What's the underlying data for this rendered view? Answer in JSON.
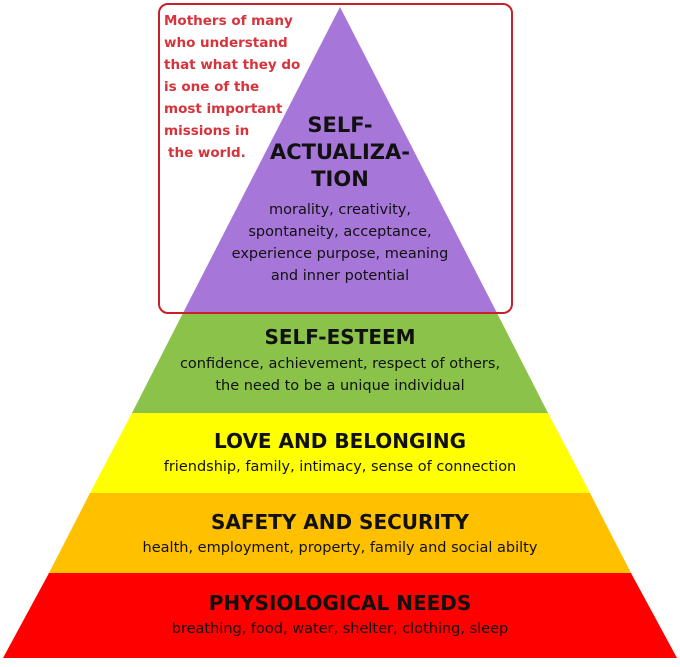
{
  "diagram": {
    "levels": [
      {
        "title_lines": [
          "SELF-",
          "ACTUALIZA-",
          "TION"
        ],
        "desc_lines": [
          "morality, creativity,",
          "spontaneity, acceptance,",
          "experience purpose, meaning",
          "and inner potential"
        ],
        "color": "#a776d9"
      },
      {
        "title_lines": [
          "SELF-ESTEEM"
        ],
        "desc_lines": [
          "confidence, achievement, respect of others,",
          "the need to be a unique individual"
        ],
        "color": "#8bc34a"
      },
      {
        "title_lines": [
          "LOVE AND BELONGING"
        ],
        "desc_lines": [
          "friendship, family, intimacy, sense of connection"
        ],
        "color": "#ffff00"
      },
      {
        "title_lines": [
          "SAFETY AND SECURITY"
        ],
        "desc_lines": [
          "health, employment, property, family and social abilty"
        ],
        "color": "#ffc000"
      },
      {
        "title_lines": [
          "PHYSIOLOGICAL NEEDS"
        ],
        "desc_lines": [
          "breathing, food, water, shelter, clothing, sleep"
        ],
        "color": "#ff0000"
      }
    ],
    "annotation": {
      "lines": [
        "Mothers of many",
        "who understand",
        "that what they do",
        "is one of the",
        "most important",
        "missions in",
        "the world."
      ],
      "color": "#d6333b",
      "box_color": "#c8202a"
    }
  }
}
